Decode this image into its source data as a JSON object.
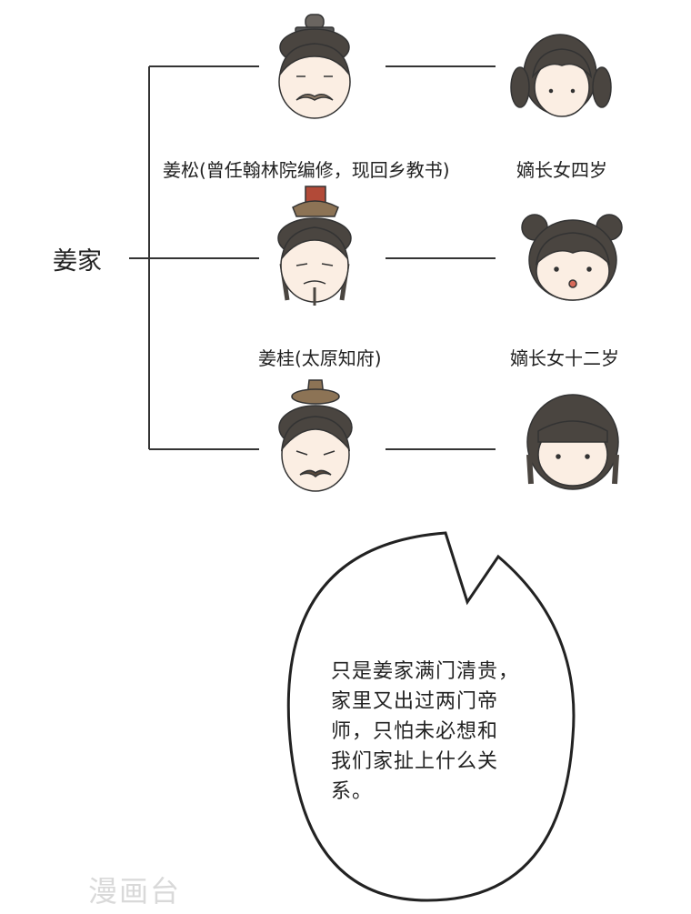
{
  "family_name": "姜家",
  "members": [
    {
      "label": "姜松(曾任翰林院编修，现回乡教书)",
      "daughter_label": "嫡长女四岁"
    },
    {
      "label": "姜桂(太原知府)",
      "daughter_label": "嫡长女十二岁"
    },
    {
      "label": "",
      "daughter_label": ""
    }
  ],
  "speech_bubble": {
    "lines": [
      "只是姜家满门清贵，",
      "家里又出过两门帝",
      "师，只怕未必想和",
      "我们家扯上什么关",
      "系。"
    ]
  },
  "watermark": "漫画台",
  "colors": {
    "line": "#333333",
    "hair": "#4a4540",
    "skin": "#fbeee3",
    "hat_brown": "#8c7355",
    "hat_red": "#b24a38"
  }
}
